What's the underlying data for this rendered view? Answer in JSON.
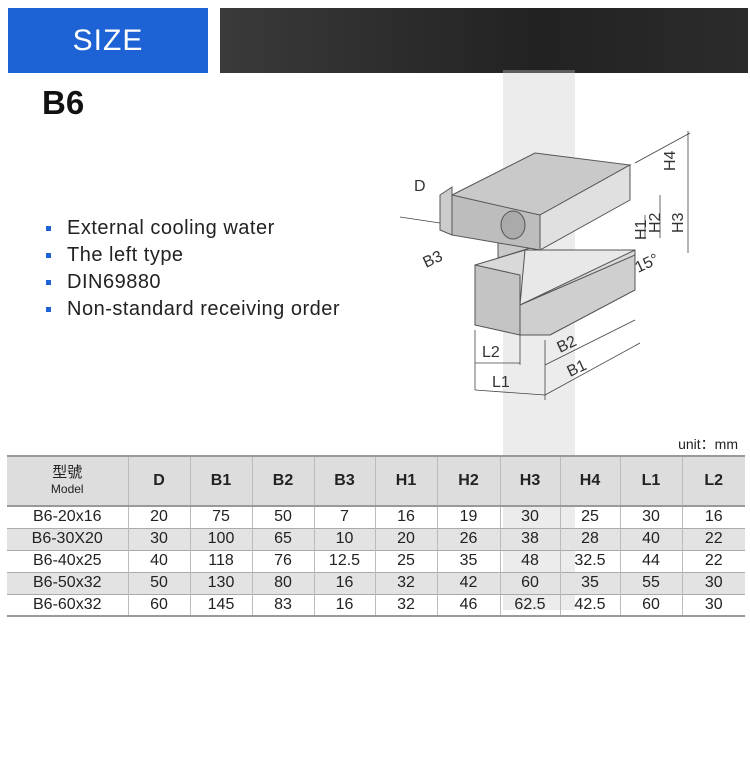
{
  "header": {
    "size_label": "SIZE"
  },
  "title": "B6",
  "features": [
    "External cooling water",
    "The left type",
    "DIN69880",
    "Non-standard receiving order"
  ],
  "diagram": {
    "labels": {
      "D": "D",
      "H4": "H4",
      "H1": "H1",
      "H2": "H2",
      "H3": "H3",
      "B3": "B3",
      "angle": "15°",
      "L2": "L2",
      "L1": "L1",
      "B2": "B2",
      "B1": "B1"
    }
  },
  "unit": "unit：mm",
  "table": {
    "model_header": "型號",
    "model_header_en": "Model",
    "columns": [
      "D",
      "B1",
      "B2",
      "B3",
      "H1",
      "H2",
      "H3",
      "H4",
      "L1",
      "L2"
    ],
    "rows": [
      [
        "B6-20x16",
        "20",
        "75",
        "50",
        "7",
        "16",
        "19",
        "30",
        "25",
        "30",
        "16"
      ],
      [
        "B6-30X20",
        "30",
        "100",
        "65",
        "10",
        "20",
        "26",
        "38",
        "28",
        "40",
        "22"
      ],
      [
        "B6-40x25",
        "40",
        "118",
        "76",
        "12.5",
        "25",
        "35",
        "48",
        "32.5",
        "44",
        "22"
      ],
      [
        "B6-50x32",
        "50",
        "130",
        "80",
        "16",
        "32",
        "42",
        "60",
        "35",
        "55",
        "30"
      ],
      [
        "B6-60x32",
        "60",
        "145",
        "83",
        "16",
        "32",
        "46",
        "62.5",
        "42.5",
        "60",
        "30"
      ]
    ]
  },
  "colors": {
    "accent": "#1e63d6",
    "band": "#2a2a2a"
  }
}
